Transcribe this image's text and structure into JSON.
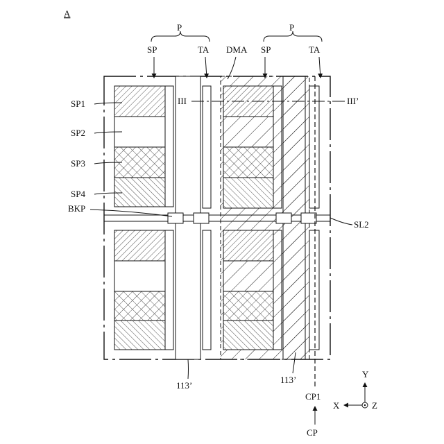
{
  "figure_label": "A",
  "brace_left": {
    "label": "P",
    "sub_left": "SP",
    "sub_right": "TA"
  },
  "brace_right": {
    "label": "P",
    "sub_left": "SP",
    "sub_right": "TA"
  },
  "labels": {
    "dma": "DMA",
    "sp1": "SP1",
    "sp2": "SP2",
    "sp3": "SP3",
    "sp4": "SP4",
    "bkp": "BKP",
    "sl2": "SL2",
    "iii": "III",
    "iii_prime": "III’",
    "ref_113_left": "113’",
    "ref_113_right": "113’",
    "cp1": "CP1",
    "cp": "CP"
  },
  "axes": {
    "y": "Y",
    "x": "X",
    "z": "Z"
  }
}
